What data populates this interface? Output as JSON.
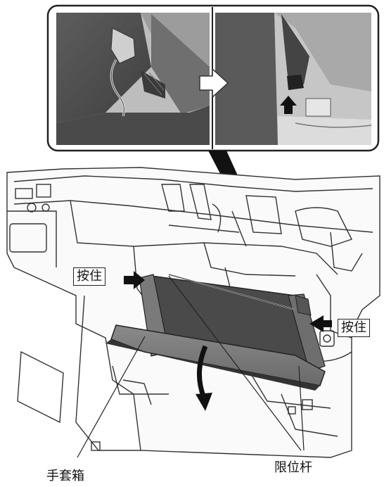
{
  "callouts": {
    "press_left": "按住",
    "press_right": "按住"
  },
  "captions": {
    "glove_box": "手套箱",
    "limit_rod": "限位杆"
  },
  "icons": {
    "transition_arrow": "arrow-right-outline-icon",
    "push_arrow_inset": "arrow-up-icon",
    "press_arrows": "arrow-right-icon",
    "rotate_arrow": "curved-arrow-down-icon"
  }
}
